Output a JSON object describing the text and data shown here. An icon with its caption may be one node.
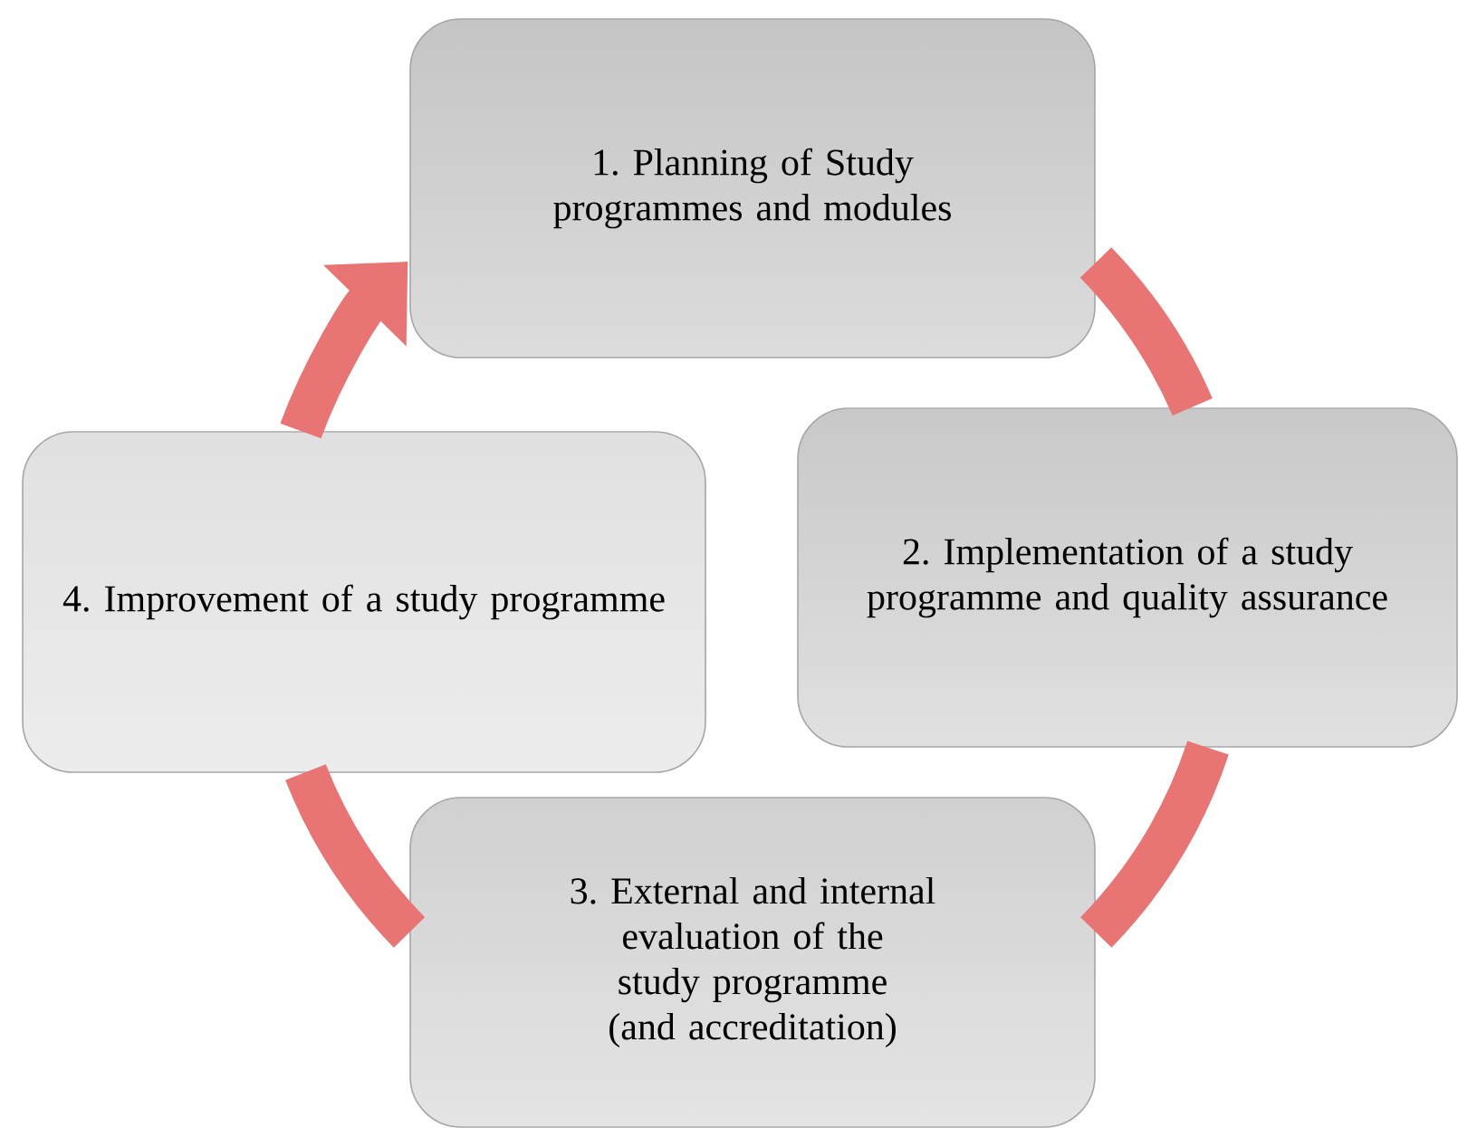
{
  "diagram": {
    "nodes": [
      {
        "text": [
          "1. Planning of Study programmes and modules"
        ]
      },
      {
        "text": [
          "2. Implementation of a study programme and quality assurance"
        ]
      },
      {
        "text": [
          "3. External and internal evaluation of the study programme (and accreditation)"
        ]
      },
      {
        "text": [
          "4. Improvement of a study programme"
        ]
      }
    ],
    "edges": [
      {
        "from": 0,
        "to": 1,
        "arrow": "none"
      },
      {
        "from": 1,
        "to": 2,
        "arrow": "none"
      },
      {
        "from": 2,
        "to": 3,
        "arrow": "none"
      },
      {
        "from": 3,
        "to": 0,
        "arrow": "to"
      }
    ]
  }
}
